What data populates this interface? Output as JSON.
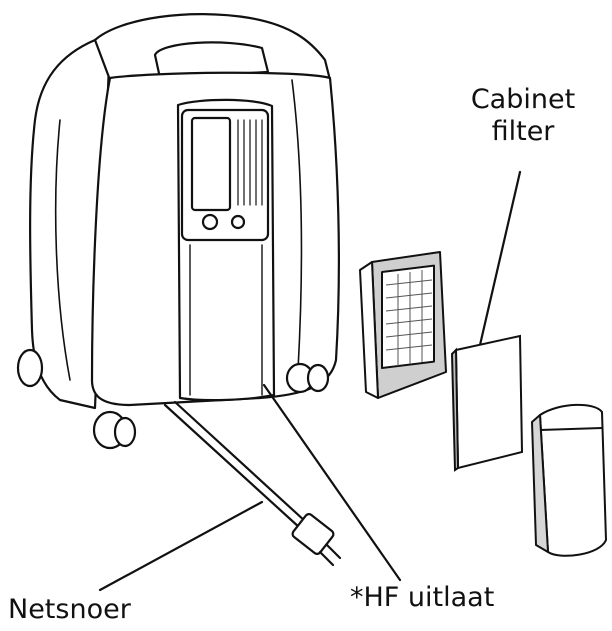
{
  "labels": {
    "cabinet_filter_line1": "Cabinet",
    "cabinet_filter_line2": "filter",
    "power_cord": "Netsnoer",
    "hf_outlet": "*HF uitlaat"
  },
  "colors": {
    "line": "#111111",
    "fill": "#ffffff",
    "shade": "#9a9a9a",
    "light_shade": "#d6d6d6"
  }
}
